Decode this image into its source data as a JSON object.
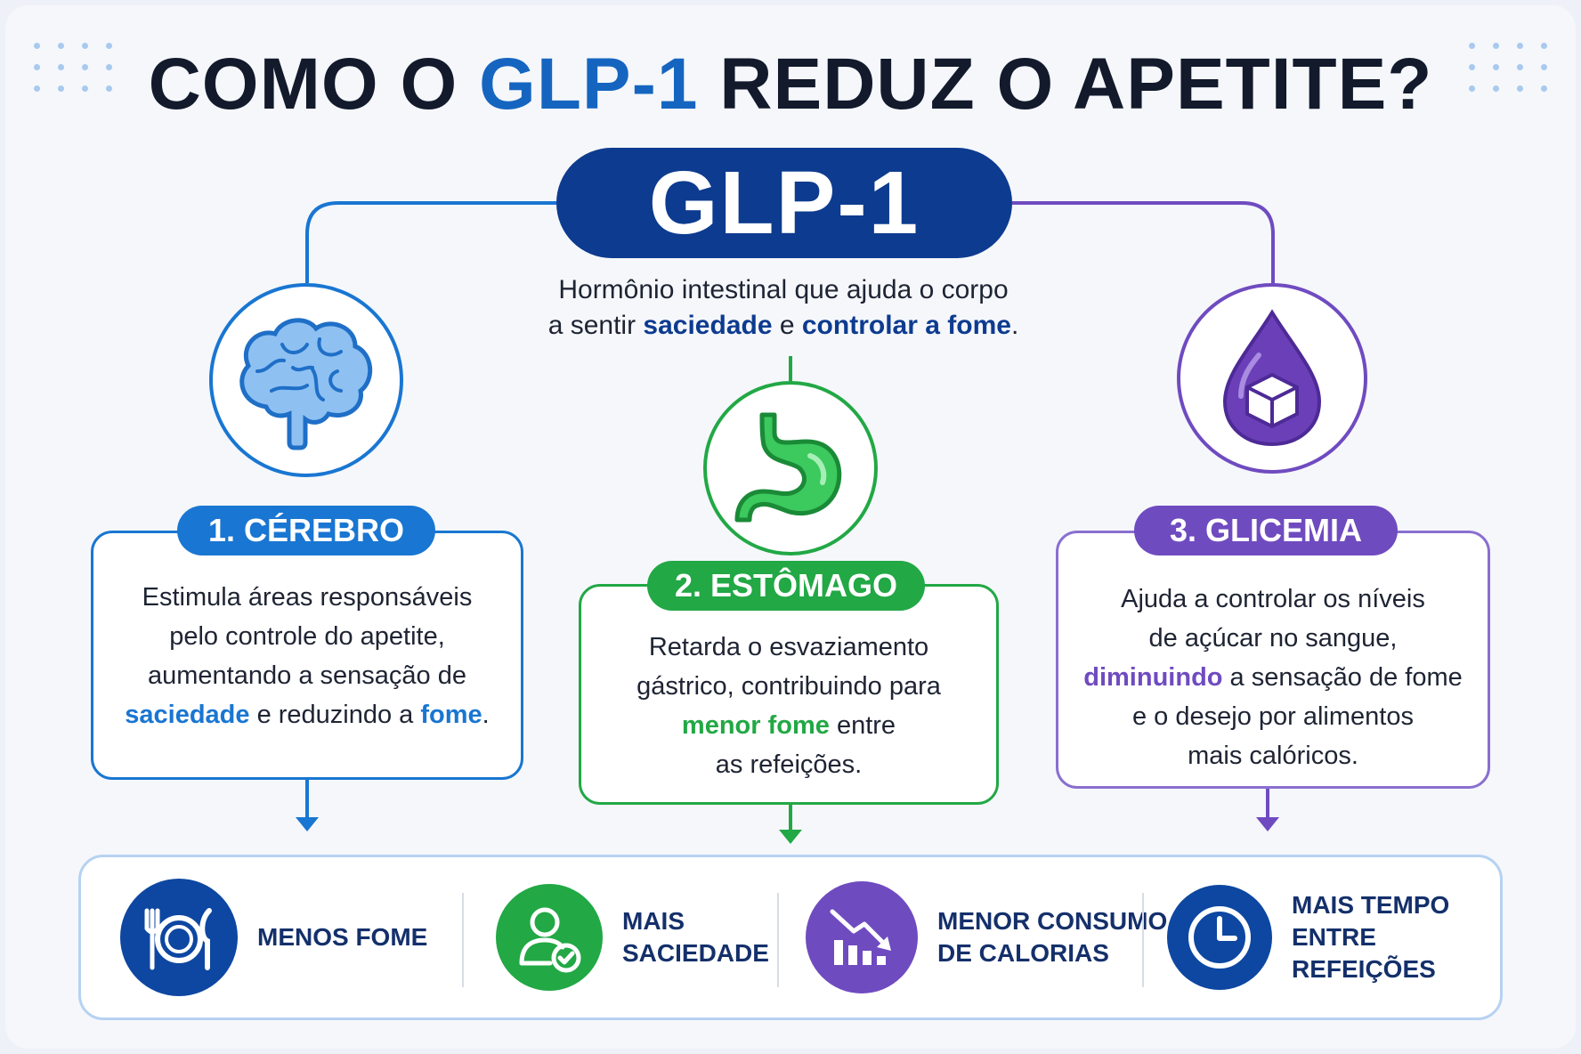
{
  "title": {
    "prefix": "COMO O ",
    "accent": "GLP-1",
    "suffix": " REDUZ O APETITE?"
  },
  "center": {
    "pill": "GLP-1",
    "sub_line1": "Hormônio intestinal que ajuda o corpo",
    "sub_pre": "a sentir ",
    "sub_hl1": "saciedade",
    "sub_mid": " e ",
    "sub_hl2": "controlar a fome",
    "sub_end": "."
  },
  "cards": [
    {
      "tag": "1. CÉREBRO",
      "lines": [
        "Estimula áreas responsáveis",
        "pelo controle do apetite,",
        "aumentando a sensação de"
      ],
      "hl1": "saciedade",
      "mid": " e reduzindo a ",
      "hl2": "fome",
      "end": "."
    },
    {
      "tag": "2. ESTÔMAGO",
      "lines": [
        "Retarda o esvaziamento",
        "gástrico, contribuindo para"
      ],
      "hl": "menor fome",
      "after": " entre",
      "last": "as refeições."
    },
    {
      "tag": "3. GLICEMIA",
      "lines": [
        "Ajuda a controlar os níveis",
        "de açúcar no sangue,"
      ],
      "hl": "diminuindo",
      "after": " a sensação de fome",
      "tail": [
        "e o desejo por alimentos",
        "mais calóricos."
      ]
    }
  ],
  "benefits": [
    {
      "label": "MENOS FOME",
      "icon": "plate-cutlery-icon"
    },
    {
      "label": "MAIS\nSACIEDADE",
      "icon": "person-check-icon"
    },
    {
      "label": "MENOR CONSUMO\nDE CALORIAS",
      "icon": "chart-down-icon"
    },
    {
      "label": "MAIS TEMPO\nENTRE REFEIÇÕES",
      "icon": "clock-icon"
    }
  ],
  "colors": {
    "blue": "#1976d2",
    "navy": "#0d3b8f",
    "green": "#22a845",
    "purple": "#6f4bc0"
  }
}
